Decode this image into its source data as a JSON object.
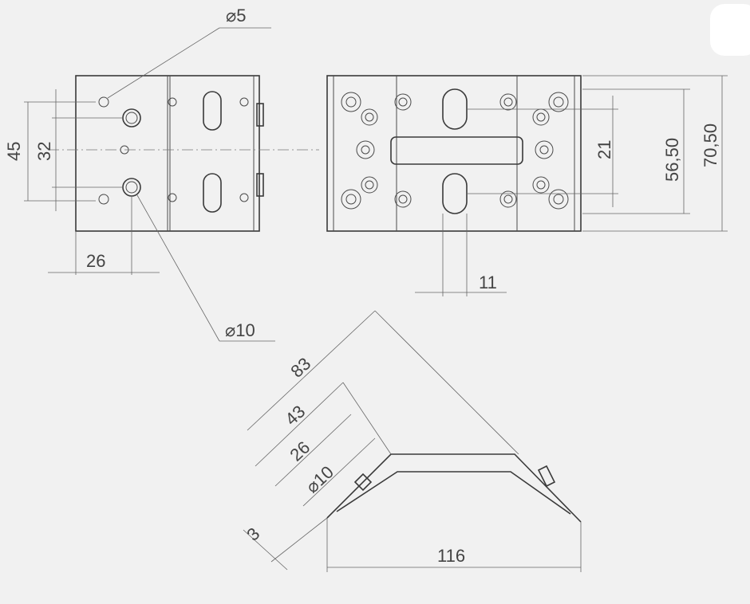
{
  "drawing": {
    "top_left_view": {
      "small_hole_diameter": "⌀5",
      "overall_hole_spacing": "45",
      "large_hole_spacing": "32",
      "edge_to_hole": "26",
      "large_hole_diameter": "⌀10"
    },
    "top_right_view": {
      "slot_spacing": "21",
      "inner_height": "56,50",
      "overall_height": "70,50",
      "slot_width": "11"
    },
    "side_view": {
      "length_83": "83",
      "length_43": "43",
      "length_26": "26",
      "hole_diameter": "⌀10",
      "thickness": "3",
      "overall_width": "116"
    }
  }
}
